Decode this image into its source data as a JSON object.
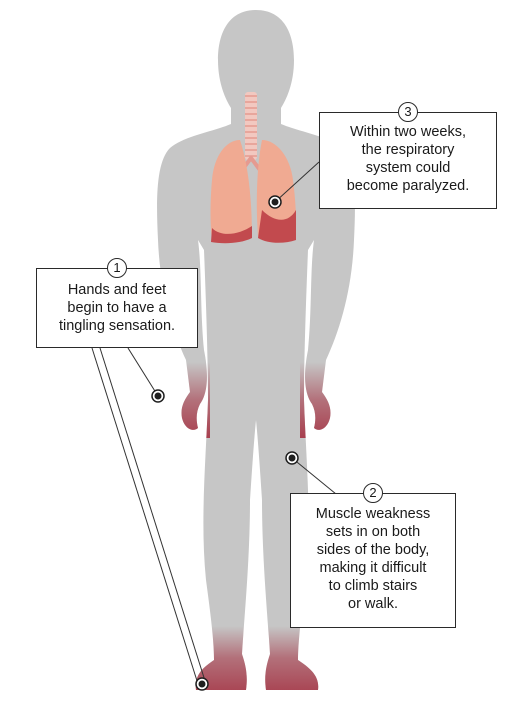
{
  "colors": {
    "body": "#c6c6c6",
    "lung_light": "#f0aa92",
    "lung_dark": "#c24a4e",
    "affected_area": "#a63848",
    "trachea": "#f2c8c0",
    "marker": "#1f1f1f",
    "leader_line": "#333333"
  },
  "callouts": [
    {
      "number": "1",
      "lines": [
        "Hands and feet",
        "begin to have a",
        "tingling sensation."
      ]
    },
    {
      "number": "2",
      "lines": [
        "Muscle weakness",
        "sets in on both",
        "sides of the body,",
        "making it difficult",
        "to climb stairs",
        "or walk."
      ]
    },
    {
      "number": "3",
      "lines": [
        "Within two weeks,",
        "the respiratory",
        "system could",
        "become paralyzed."
      ]
    }
  ]
}
